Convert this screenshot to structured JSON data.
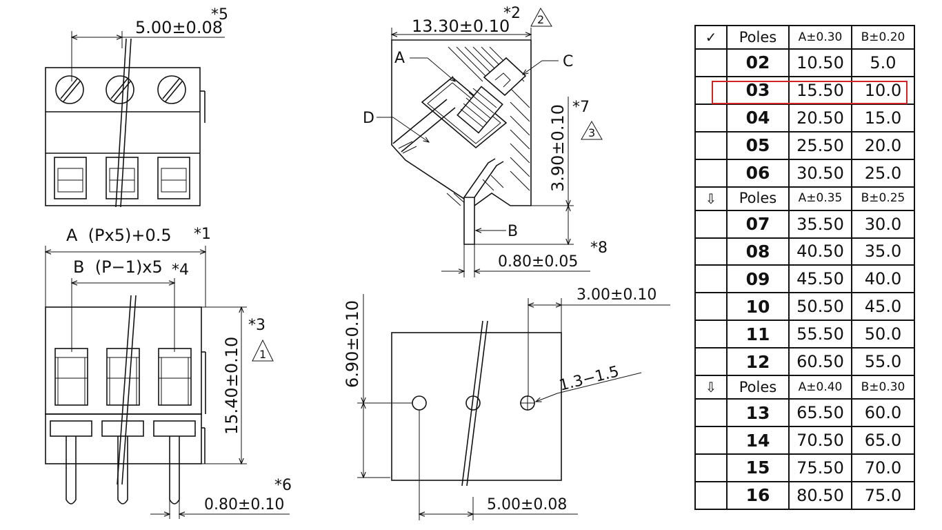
{
  "front_view": {
    "pitch_dim": "5.00±0.08",
    "pitch_note": "*5"
  },
  "bottom_view": {
    "a_formula": "A  (Px5)+0.5",
    "a_note": "*1",
    "b_formula": "B  (P−1)x5",
    "b_note": "*4",
    "height_dim": "15.40±0.10",
    "height_note": "*3",
    "height_rev": "1",
    "pin_dim": "0.80±0.10",
    "pin_note": "*6"
  },
  "side_view": {
    "width_dim": "13.30±0.10",
    "width_note": "*2",
    "width_rev": "2",
    "label_a": "A",
    "label_c": "C",
    "label_d": "D",
    "label_b": "B",
    "height_dim": "3.90±0.10",
    "height_note": "*7",
    "height_rev": "3",
    "pin_dim": "0.80±0.05",
    "pin_note": "*8"
  },
  "pcb_view": {
    "height_dim": "6.90±0.10",
    "offset_dim": "3.00±0.10",
    "hole_dim": "1.3−1.5",
    "pitch_dim": "5.00±0.08"
  },
  "table": {
    "highlight_color": "#d22222",
    "rows": [
      {
        "mark": "✓",
        "poles": "Poles",
        "a": "A±0.30",
        "b": "B±0.20",
        "header": true
      },
      {
        "mark": "",
        "poles": "02",
        "a": "10.50",
        "b": "5.0"
      },
      {
        "mark": "",
        "poles": "03",
        "a": "15.50",
        "b": "10.0",
        "highlighted": true
      },
      {
        "mark": "",
        "poles": "04",
        "a": "20.50",
        "b": "15.0"
      },
      {
        "mark": "",
        "poles": "05",
        "a": "25.50",
        "b": "20.0"
      },
      {
        "mark": "",
        "poles": "06",
        "a": "30.50",
        "b": "25.0"
      },
      {
        "mark": "⇩",
        "poles": "Poles",
        "a": "A±0.35",
        "b": "B±0.25",
        "header": true
      },
      {
        "mark": "",
        "poles": "07",
        "a": "35.50",
        "b": "30.0"
      },
      {
        "mark": "",
        "poles": "08",
        "a": "40.50",
        "b": "35.0"
      },
      {
        "mark": "",
        "poles": "09",
        "a": "45.50",
        "b": "40.0"
      },
      {
        "mark": "",
        "poles": "10",
        "a": "50.50",
        "b": "45.0"
      },
      {
        "mark": "",
        "poles": "11",
        "a": "55.50",
        "b": "50.0"
      },
      {
        "mark": "",
        "poles": "12",
        "a": "60.50",
        "b": "55.0"
      },
      {
        "mark": "⇩",
        "poles": "Poles",
        "a": "A±0.40",
        "b": "B±0.30",
        "header": true
      },
      {
        "mark": "",
        "poles": "13",
        "a": "65.50",
        "b": "60.0"
      },
      {
        "mark": "",
        "poles": "14",
        "a": "70.50",
        "b": "65.0"
      },
      {
        "mark": "",
        "poles": "15",
        "a": "75.50",
        "b": "70.0"
      },
      {
        "mark": "",
        "poles": "16",
        "a": "80.50",
        "b": "75.0"
      }
    ]
  }
}
